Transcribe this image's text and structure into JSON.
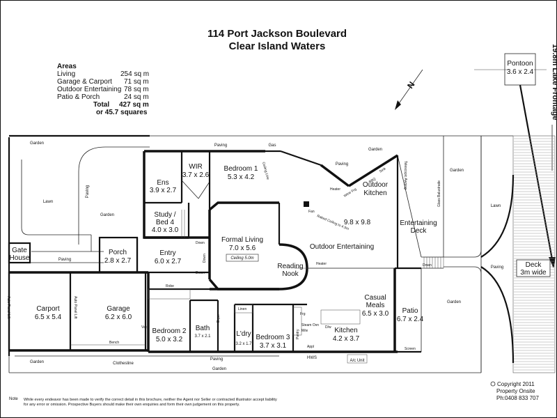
{
  "title": {
    "line1": "114 Port Jackson Boulevard",
    "line2": "Clear Island Waters"
  },
  "areas": {
    "heading": "Areas",
    "rows": [
      {
        "name": "Living",
        "value": "254 sq m"
      },
      {
        "name": "Garage & Carport",
        "value": "71 sq m"
      },
      {
        "name": "Outdoor Entertaining",
        "value": "78 sq m"
      },
      {
        "name": "Patio & Porch",
        "value": "24 sq m"
      }
    ],
    "total_label": "Total",
    "total_value": "427 sq m",
    "squares": "or  45.7 squares"
  },
  "north": "N",
  "frontage": "19.8m Lake Frontage",
  "rooms": {
    "bedroom1": {
      "name": "Bedroom 1",
      "dim": "5.3 x 4.2"
    },
    "wir": {
      "name": "WIR",
      "dim": "3.7 x 2.6"
    },
    "ens": {
      "name": "Ens",
      "dim": "3.9 x 2.7"
    },
    "study": {
      "name": "Study /",
      "name2": "Bed 4",
      "dim": "4.0 x 3.0"
    },
    "formal": {
      "name": "Formal Living",
      "dim": "7.0 x 5.6",
      "ceiling": "Ceiling 5.0m"
    },
    "entry": {
      "name": "Entry",
      "dim": "6.0 x 2.7"
    },
    "porch": {
      "name": "Porch",
      "dim": "2.8 x 2.7"
    },
    "gatehouse": {
      "name": "Gate",
      "name2": "House"
    },
    "carport": {
      "name": "Carport",
      "dim": "6.5 x 5.4"
    },
    "garage": {
      "name": "Garage",
      "dim": "6.2 x 6.0"
    },
    "bedroom2": {
      "name": "Bedroom 2",
      "dim": "5.0 x 3.2"
    },
    "bath": {
      "name": "Bath",
      "dim": "3.7 x 2.1"
    },
    "ldry": {
      "name": "L'dry",
      "dim": "3.2 x 1.7"
    },
    "bedroom3": {
      "name": "Bedroom 3",
      "dim": "3.7 x 3.1"
    },
    "kitchen": {
      "name": "Kitchen",
      "dim": "4.2 x 3.7"
    },
    "casual": {
      "name": "Casual",
      "name2": "Meals",
      "dim": "6.5 x 3.0"
    },
    "patio": {
      "name": "Patio",
      "dim": "6.7 x 2.4"
    },
    "reading": {
      "name": "Reading",
      "name2": "Nook"
    },
    "outdoor": {
      "name": "Outdoor Entertaining",
      "dim": "9.8 x 9.8"
    },
    "outkitchen": {
      "name": "Outdoor",
      "name2": "Kitchen"
    },
    "entdeck": {
      "name": "Entertaining",
      "name2": "Deck"
    },
    "pontoon": {
      "name": "Pontoon",
      "dim": "3.6 x 2.4"
    },
    "deck": {
      "name": "Deck",
      "dim": "3m wide"
    }
  },
  "outside": {
    "garden": "Garden",
    "lawn": "Lawn",
    "paving": "Paving",
    "gas": "Gas",
    "clothesline": "Clothesline",
    "hws": "HWS",
    "ac": "A/c Unit"
  },
  "small": {
    "robe": "Robe",
    "linen": "Linen",
    "down": "Down",
    "bench": "Bench",
    "screen": "Screen",
    "heater": "Heater",
    "fan": "Fan",
    "raked": "Raked Ceiling to 4.5m",
    "ceiling_line": "Ceiling Line",
    "wine": "Wine Frg",
    "bbq": "BBQ",
    "sink": "Sink",
    "awning": "Telescopic Awning",
    "balustrade": "Glass Balustrade",
    "autopanel": "Auto Panel Lift",
    "vac": "Vac",
    "frg": "Frg",
    "steam": "Steam Ovn",
    "mw": "M/w",
    "pantry": "Pantry",
    "appl": "Appl",
    "dw": "D/w",
    "dryer": "Dryer"
  },
  "copyright": {
    "line1": "Copyright 2011",
    "line2": "Property Onsite",
    "line3": "Ph:0408 833 707"
  },
  "note": {
    "label": "Note",
    "line1": "While every endeavor has been made to verify the correct detail in this brochure, neither the Agent nor Seller or contracted illustrator accept liability",
    "line2": "for any error or omission. Prospective Buyers should make their own enquiries and form their own judgement on this property."
  }
}
